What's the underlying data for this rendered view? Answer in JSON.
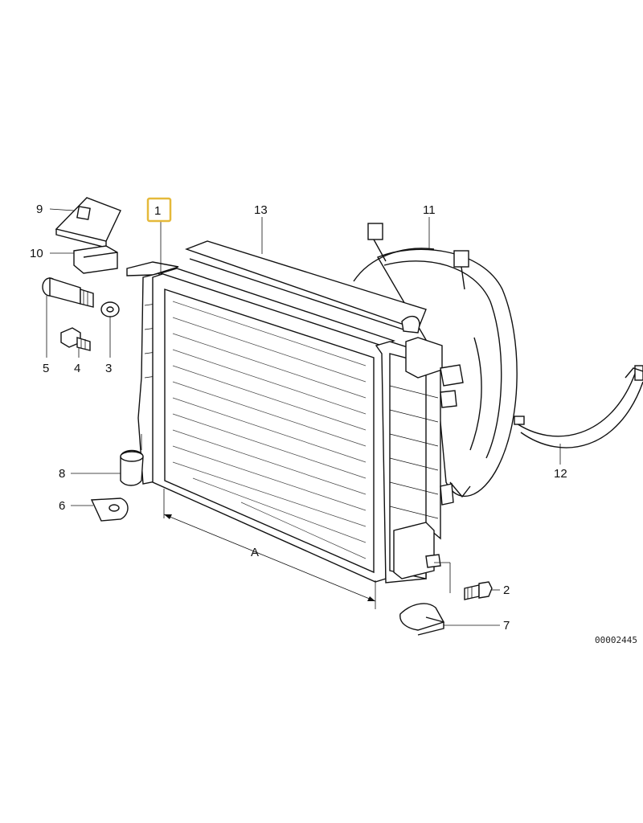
{
  "callouts": {
    "c1": "1",
    "c2": "2",
    "c3": "3",
    "c4": "4",
    "c5": "5",
    "c6": "6",
    "c7": "7",
    "c8": "8",
    "c9": "9",
    "c10": "10",
    "c11": "11",
    "c12": "12",
    "c13": "13"
  },
  "dimension_label": "A",
  "diagram_number": "00002445",
  "colors": {
    "highlight": "#e5b93a",
    "line": "#111111"
  }
}
